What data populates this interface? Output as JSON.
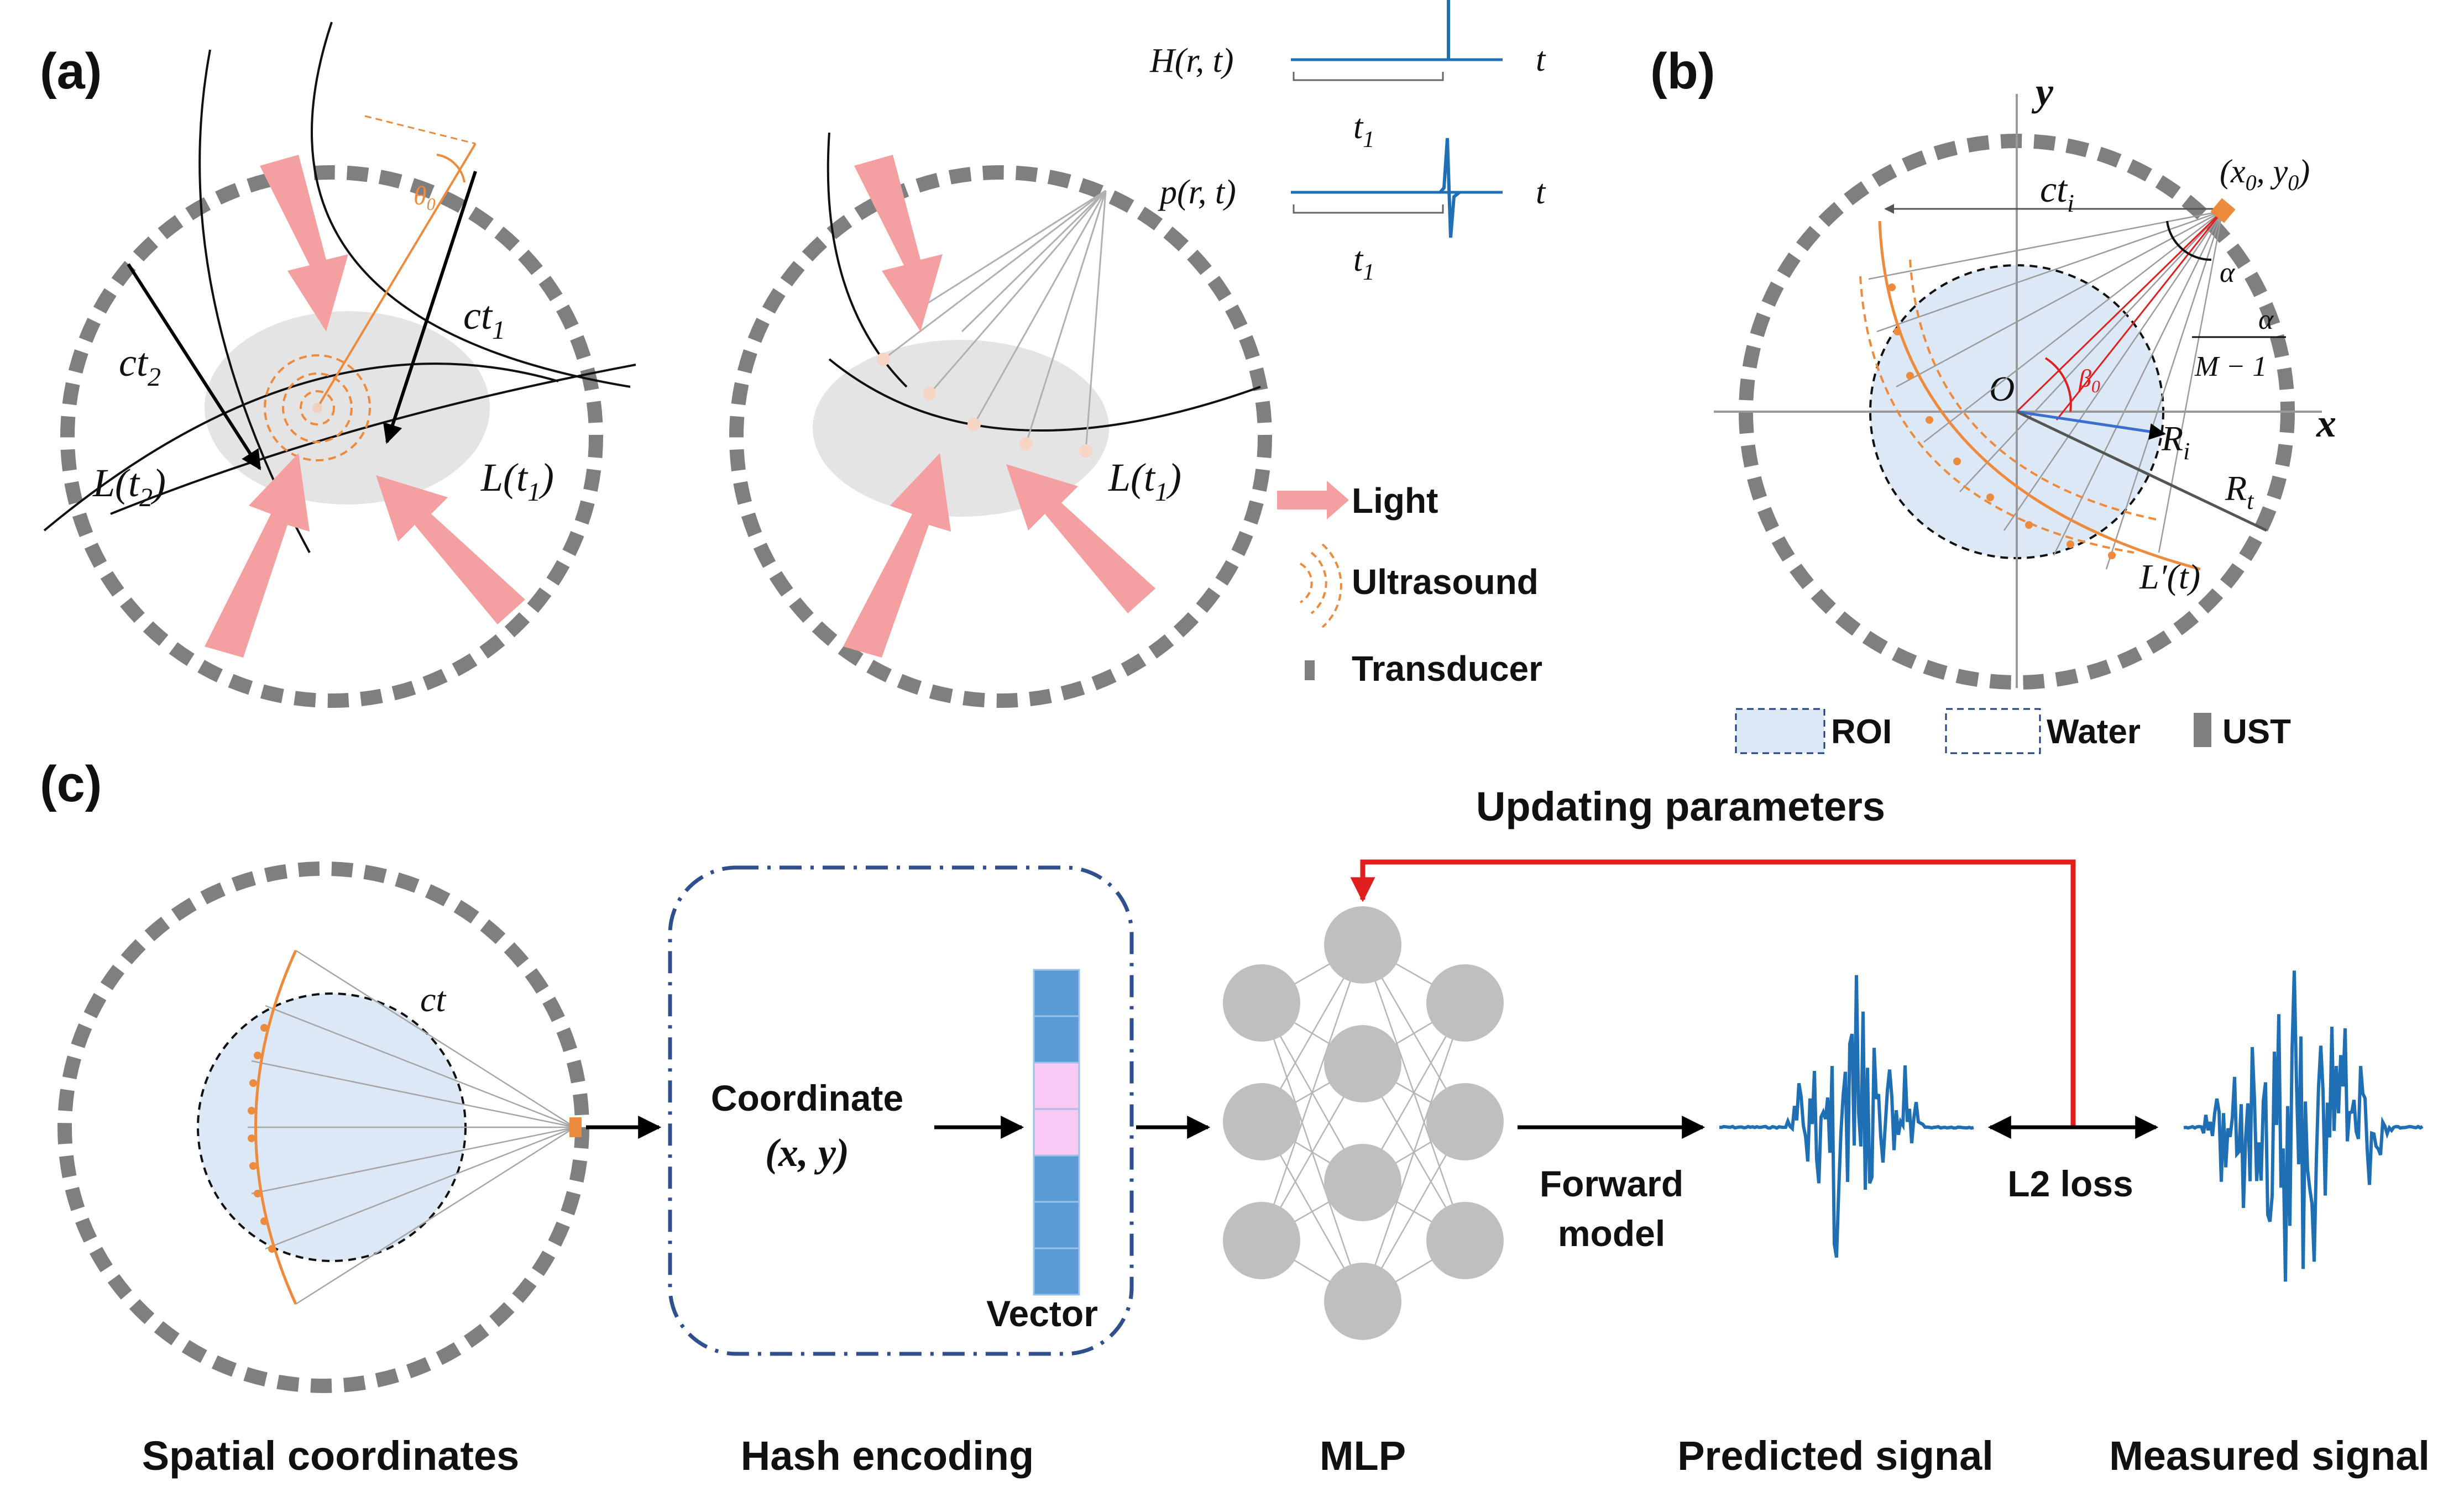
{
  "colors": {
    "light_arrow": "#f4a0a0",
    "ultrasound": "#ee8a3c",
    "transducer": "#7f7f7f",
    "roi_fill": "#dce8f5",
    "vector_blue": "#5b9bd5",
    "vector_pink": "#f9c9f3",
    "signal_blue": "#1f6fb4",
    "feedback_red": "#e01e1e",
    "hash_box": "#2f4f8f",
    "node_gray": "#bfbfbf"
  },
  "panel_a": {
    "label": "(a)",
    "ct2": "ct",
    "ct2_sub": "2",
    "ct1": "ct",
    "ct1_sub": "1",
    "theta0": "θ",
    "theta0_sub": "0",
    "L_t2": "L(t",
    "L_t2_sub": "2",
    "L_t1_left": "L(t",
    "L_t1_left_sub": "1",
    "L_t1_right": "L(t",
    "L_t1_right_sub": "1",
    "close_paren": ")",
    "H_label": "H(r, t)",
    "p_label": "p(r, t)",
    "t_axis": "t",
    "t1_top": "t",
    "t1_top_sub": "1",
    "t1_bottom": "t",
    "t1_bottom_sub": "1"
  },
  "legend_a": {
    "light": "Light",
    "ultrasound": "Ultrasound",
    "transducer": "Transducer"
  },
  "panel_b": {
    "label": "(b)",
    "y_axis": "y",
    "x_axis": "x",
    "origin": "O",
    "cti": "ct",
    "cti_sub": "i",
    "x0y0": "(x",
    "x0y0_sub": "0",
    "x0y0_mid": ", y",
    "x0y0_sub2": "0",
    "alpha": "α",
    "alpha_frac_num": "α",
    "alpha_frac_den": "M − 1",
    "beta0": "β",
    "beta0_sub": "0",
    "Ri": "R",
    "Ri_sub": "i",
    "Rt": "R",
    "Rt_sub": "t",
    "Lprime": "L′(t)"
  },
  "legend_b": {
    "roi": "ROI",
    "water": "Water",
    "ust": "UST"
  },
  "panel_c": {
    "label": "(c)",
    "updating": "Updating parameters",
    "ct": "ct",
    "coordinate": "Coordinate",
    "coord_xy": "(x, y)",
    "vector": "Vector",
    "forward_line1": "Forward",
    "forward_line2": "model",
    "l2": "L2 loss",
    "cap_spatial": "Spatial coordinates",
    "cap_hash": "Hash encoding",
    "cap_mlp": "MLP",
    "cap_pred": "Predicted signal",
    "cap_meas": "Measured signal"
  }
}
